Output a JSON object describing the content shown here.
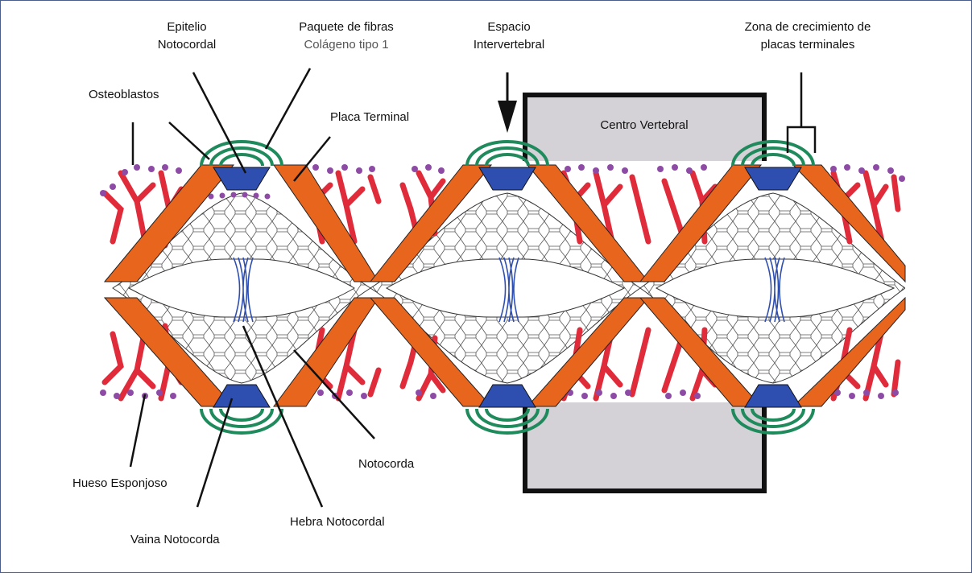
{
  "labels": {
    "epitelio_1": "Epitelio",
    "epitelio_2": "Notocordal",
    "paquete_1": "Paquete de fibras",
    "paquete_2": "Colágeno tipo 1",
    "espacio_1": "Espacio",
    "espacio_2": "Intervertebral",
    "zona_1": "Zona de crecimiento de",
    "zona_2": "placas terminales",
    "osteoblastos": "Osteoblastos",
    "placa_terminal": "Placa Terminal",
    "centro_vertebral": "Centro Vertebral",
    "hueso_esponjoso": "Hueso Esponjoso",
    "notocorda": "Notocorda",
    "hebra_notocordal": "Hebra Notocordal",
    "vaina_notocorda": "Vaina Notocorda"
  },
  "colors": {
    "bone": "#e02b3a",
    "endplate": "#e8651e",
    "sheath": "#2f4fb0",
    "fibers": "#1f8a5c",
    "osteoblast": "#8e4ba6",
    "centrum_fill": "#d4d2d6",
    "border": "#4a5f8c"
  }
}
